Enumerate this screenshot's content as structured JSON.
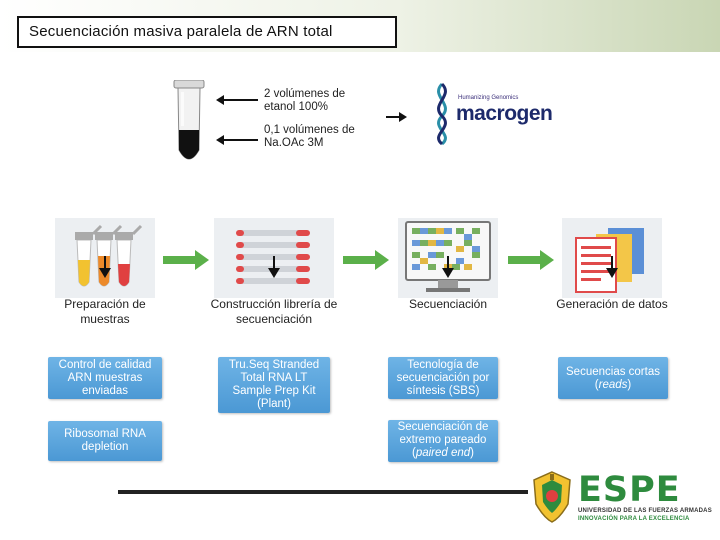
{
  "title": "Secuenciación masiva paralela de ARN total",
  "reagents": {
    "ethanol": "2 volúmenes de etanol 100%",
    "naoac": "0,1 volúmenes de Na.OAc 3M"
  },
  "provider_logo": {
    "tagline": "Humanizing Genomics",
    "name": "macrogen"
  },
  "steps": [
    {
      "label": "Preparación de muestras",
      "icon": "test-tubes-icon"
    },
    {
      "label": "Construcción librería de secuenciación",
      "icon": "library-strips-icon"
    },
    {
      "label": "Secuenciación",
      "icon": "sequencer-monitor-icon"
    },
    {
      "label": "Generación de datos",
      "icon": "data-documents-icon"
    }
  ],
  "boxes": {
    "qc": "Control de calidad ARN muestras enviadas",
    "ribo": "Ribosomal RNA depletion",
    "truseq": "Tru.Seq Stranded Total RNA LT Sample Prep Kit (Plant)",
    "sbs": "Tecnología de secuenciación por síntesis (SBS)",
    "paired_prefix": "Secuenciación de extremo pareado",
    "paired_italic": "paired end",
    "short_prefix": "Secuencias cortas",
    "short_italic": "reads"
  },
  "institution": {
    "name": "ESPE",
    "line1": "UNIVERSIDAD DE LAS FUERZAS ARMADAS",
    "line2": "INNOVACIÓN PARA LA EXCELENCIA"
  },
  "colors": {
    "box_blue": "#5aa6dd",
    "arrow_green": "#5bb04a",
    "espe_green": "#2e8b3e"
  }
}
